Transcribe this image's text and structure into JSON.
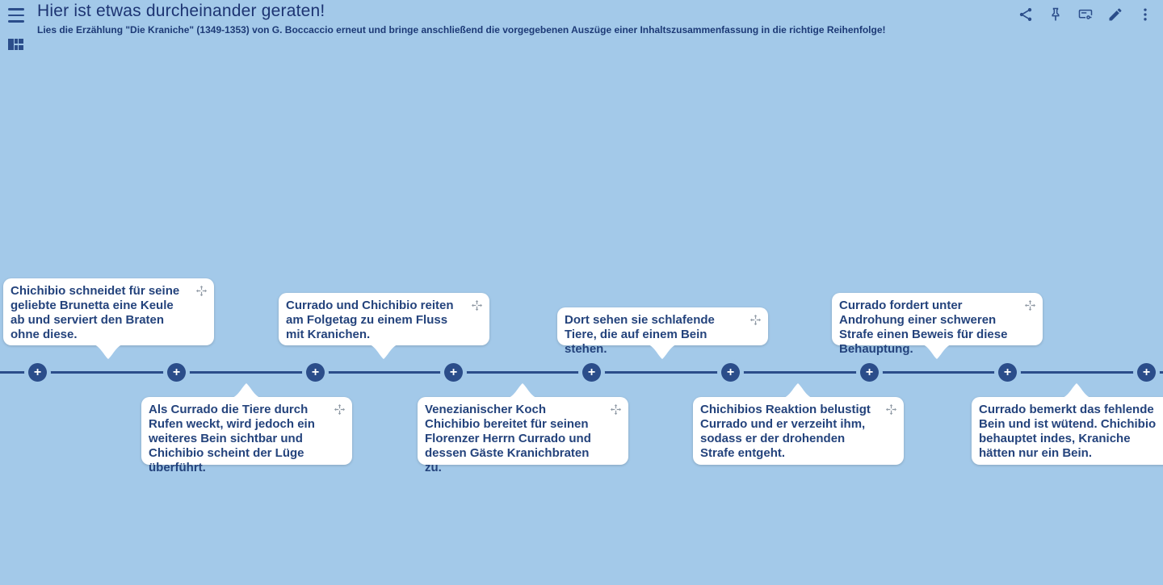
{
  "app": {
    "title": "Hier ist etwas durcheinander geraten!",
    "subtitle": "Lies die Erzählung \"Die Kraniche\" (1349-1353) von G. Boccaccio erneut und bringe anschließend die vorgegebenen Auszüge einer Inhaltszusammenfassung in die richtige Reihenfolge!"
  },
  "toolbar": {
    "icons": [
      "share-icon",
      "pin-icon",
      "card-key-icon",
      "edit-pencil-icon",
      "kebab-menu-icon"
    ]
  },
  "colors": {
    "background": "#a3c9e9",
    "navy_text": "#1d3a76",
    "navy_ui": "#2b4d8a",
    "card_background": "#ffffff",
    "drag_icon_gray": "#8f99a4"
  },
  "timeline": {
    "plus_glyph": "+",
    "insert_slot_count": 9
  },
  "cards": [
    {
      "position": "above",
      "text": "Chichibio schneidet für seine geliebte Brunetta eine Keule ab und serviert den Braten ohne diese."
    },
    {
      "position": "below",
      "text": "Als Currado die Tiere durch Rufen weckt, wird jedoch ein weiteres Bein sichtbar und Chichibio scheint der Lüge überführt."
    },
    {
      "position": "above",
      "text": "Currado und Chichibio reiten am Folgetag zu einem Fluss mit Kranichen."
    },
    {
      "position": "below",
      "text": "Venezianischer Koch Chichibio bereitet für seinen Florenzer Herrn Currado und dessen Gäste Kranichbraten zu."
    },
    {
      "position": "above",
      "text": "Dort sehen sie schlafende Tiere, die auf einem Bein stehen."
    },
    {
      "position": "below",
      "text": "Chichibios Reaktion belustigt Currado und er verzeiht ihm, sodass er der drohenden Strafe entgeht."
    },
    {
      "position": "above",
      "text": "Currado fordert unter Androhung einer schweren Strafe einen Beweis für diese Behauptung."
    },
    {
      "position": "below",
      "text": "Currado bemerkt das fehlende Bein und ist wütend. Chichibio behauptet indes, Kraniche hätten nur ein Bein."
    }
  ]
}
